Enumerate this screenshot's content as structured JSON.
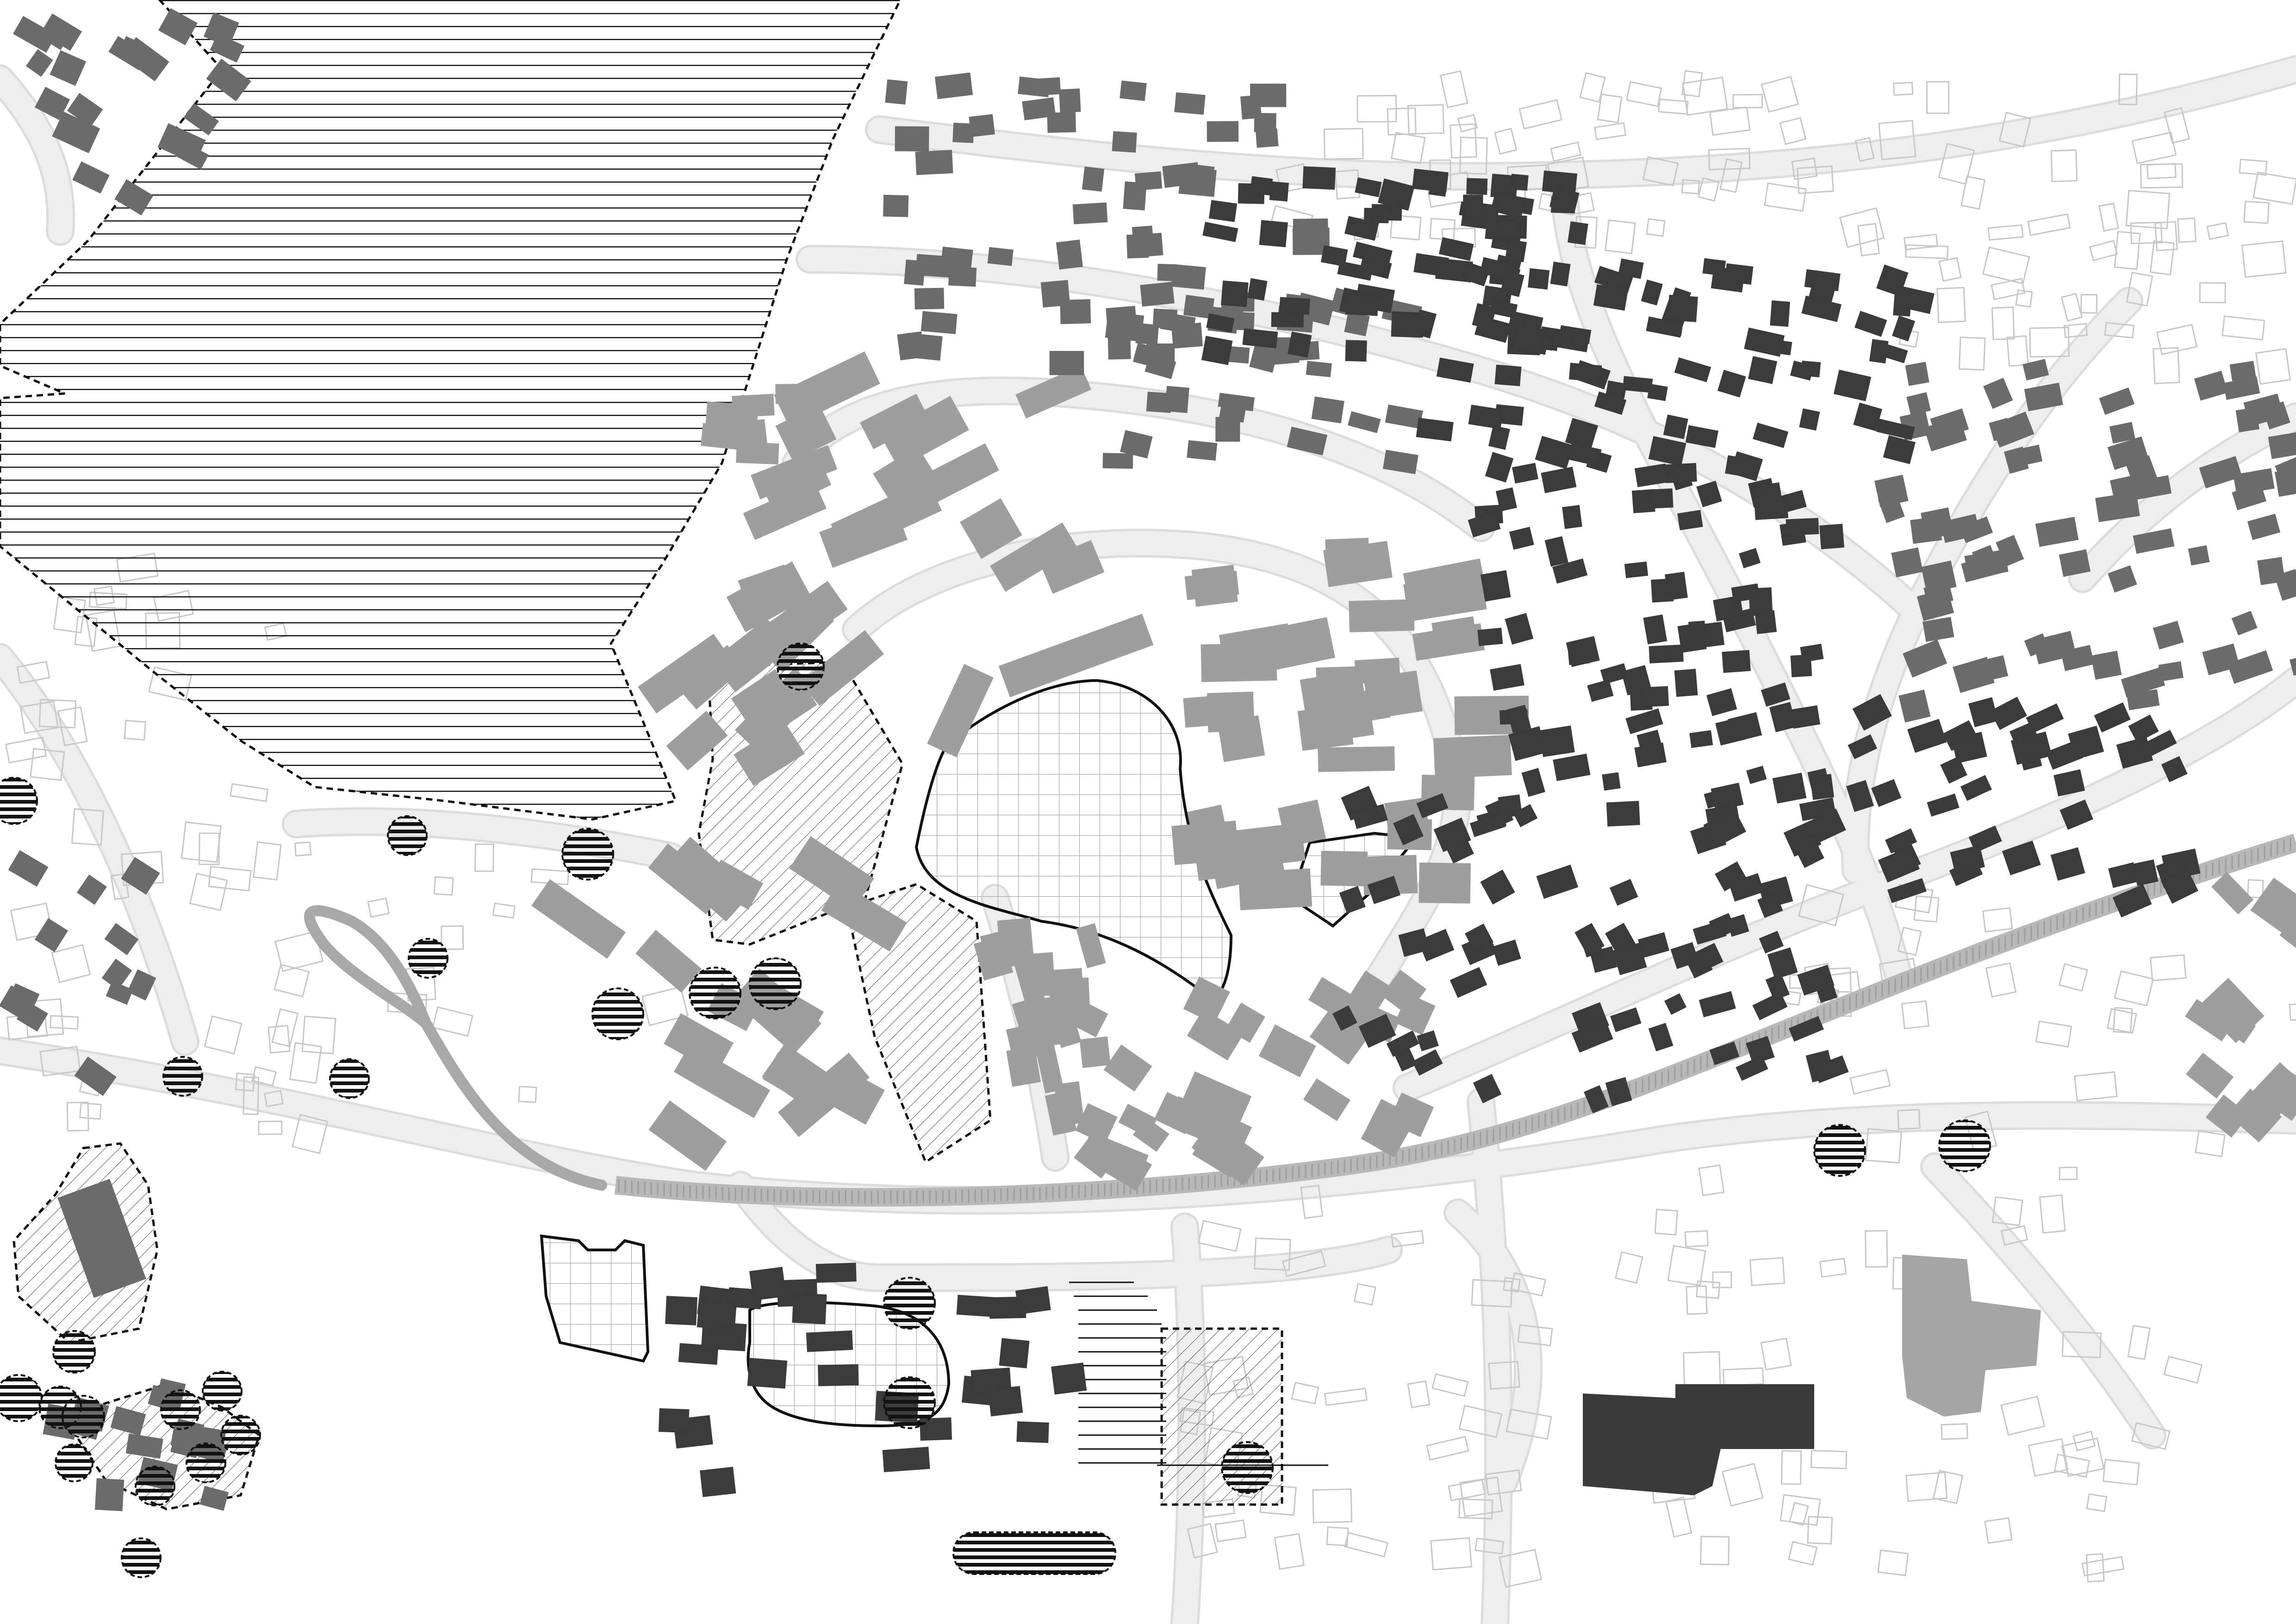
{
  "map": {
    "type": "urban-site-plan",
    "legend_printed": false,
    "labels_printed": false,
    "colors": {
      "background": "#ffffff",
      "road_fill": "#eeeeee",
      "road_edge": "#dcdcdc",
      "existing_building_outline": "#c8c8c8",
      "building_light_gray": "#9e9e9e",
      "building_mid_gray": "#6b6b6b",
      "building_dark": "#3b3b3b",
      "building_black": "#2e2e2e",
      "railway": "#b8b8b8",
      "railway_ties": "#9a9a9a",
      "access_loop": "#a8a8a8",
      "zone_outline": "#111111",
      "hatch_line": "#222222",
      "grid_line": "#9a9a9a"
    },
    "symbols": [
      "dashed-horizontal-hatch-zone",
      "dashed-diagonal-hatch-zone",
      "solid-grid-zone",
      "striped-circle-marker",
      "striped-pill-marker"
    ]
  }
}
